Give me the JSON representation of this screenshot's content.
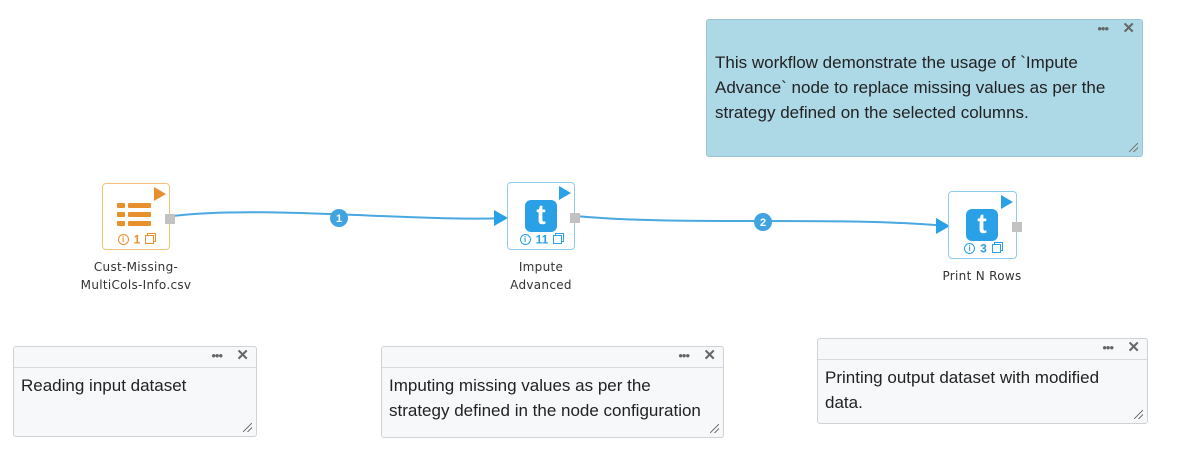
{
  "colors": {
    "edge": "#4aa8e0",
    "node_blue": "#2aa1e6",
    "node_orange": "#e8902e",
    "note_blue_bg": "#add8e6",
    "note_gray_bg": "#f7f8fa"
  },
  "notes": {
    "description": {
      "text": "This workflow demonstrate the usage of `Impute Advance` node to replace missing values as per the strategy defined on the selected columns.",
      "menu_icon": "more-dots-icon",
      "close_icon": "close-icon"
    },
    "reading": {
      "text": "Reading input dataset"
    },
    "imputing": {
      "text": "Imputing missing values as per the strategy defined in the node configuration"
    },
    "printing": {
      "text": "Printing output dataset with modified data."
    },
    "menu_glyph": "•••",
    "close_glyph": "✕"
  },
  "nodes": {
    "csv": {
      "label": "Cust-Missing-MultiCols-Info.csv",
      "count": "1",
      "icon": "table-icon"
    },
    "impute": {
      "label": "Impute Advanced",
      "count": "11",
      "icon": "t-icon",
      "glyph": "t"
    },
    "print": {
      "label": "Print N Rows",
      "count": "3",
      "icon": "t-icon",
      "glyph": "t"
    },
    "info_glyph": "i"
  },
  "edges": [
    {
      "label": "1"
    },
    {
      "label": "2"
    }
  ]
}
